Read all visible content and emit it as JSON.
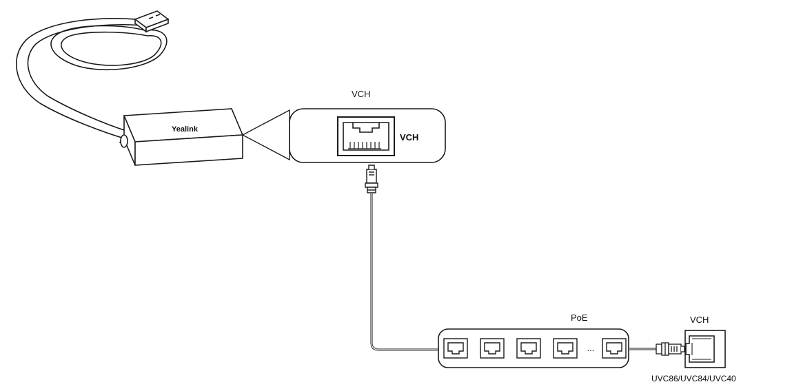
{
  "labels": {
    "vch_top": "VCH",
    "vch_zoom": "VCH",
    "brand": "Yealink",
    "poe": "PoE",
    "poe_ellipsis": "...",
    "vch_right": "VCH",
    "uvc_models": "UVC86/UVC84/UVC40"
  },
  "colors": {
    "stroke": "#1a1a1a",
    "background": "#ffffff"
  },
  "poe_switch": {
    "visible_ports": 5,
    "has_ellipsis": true
  }
}
